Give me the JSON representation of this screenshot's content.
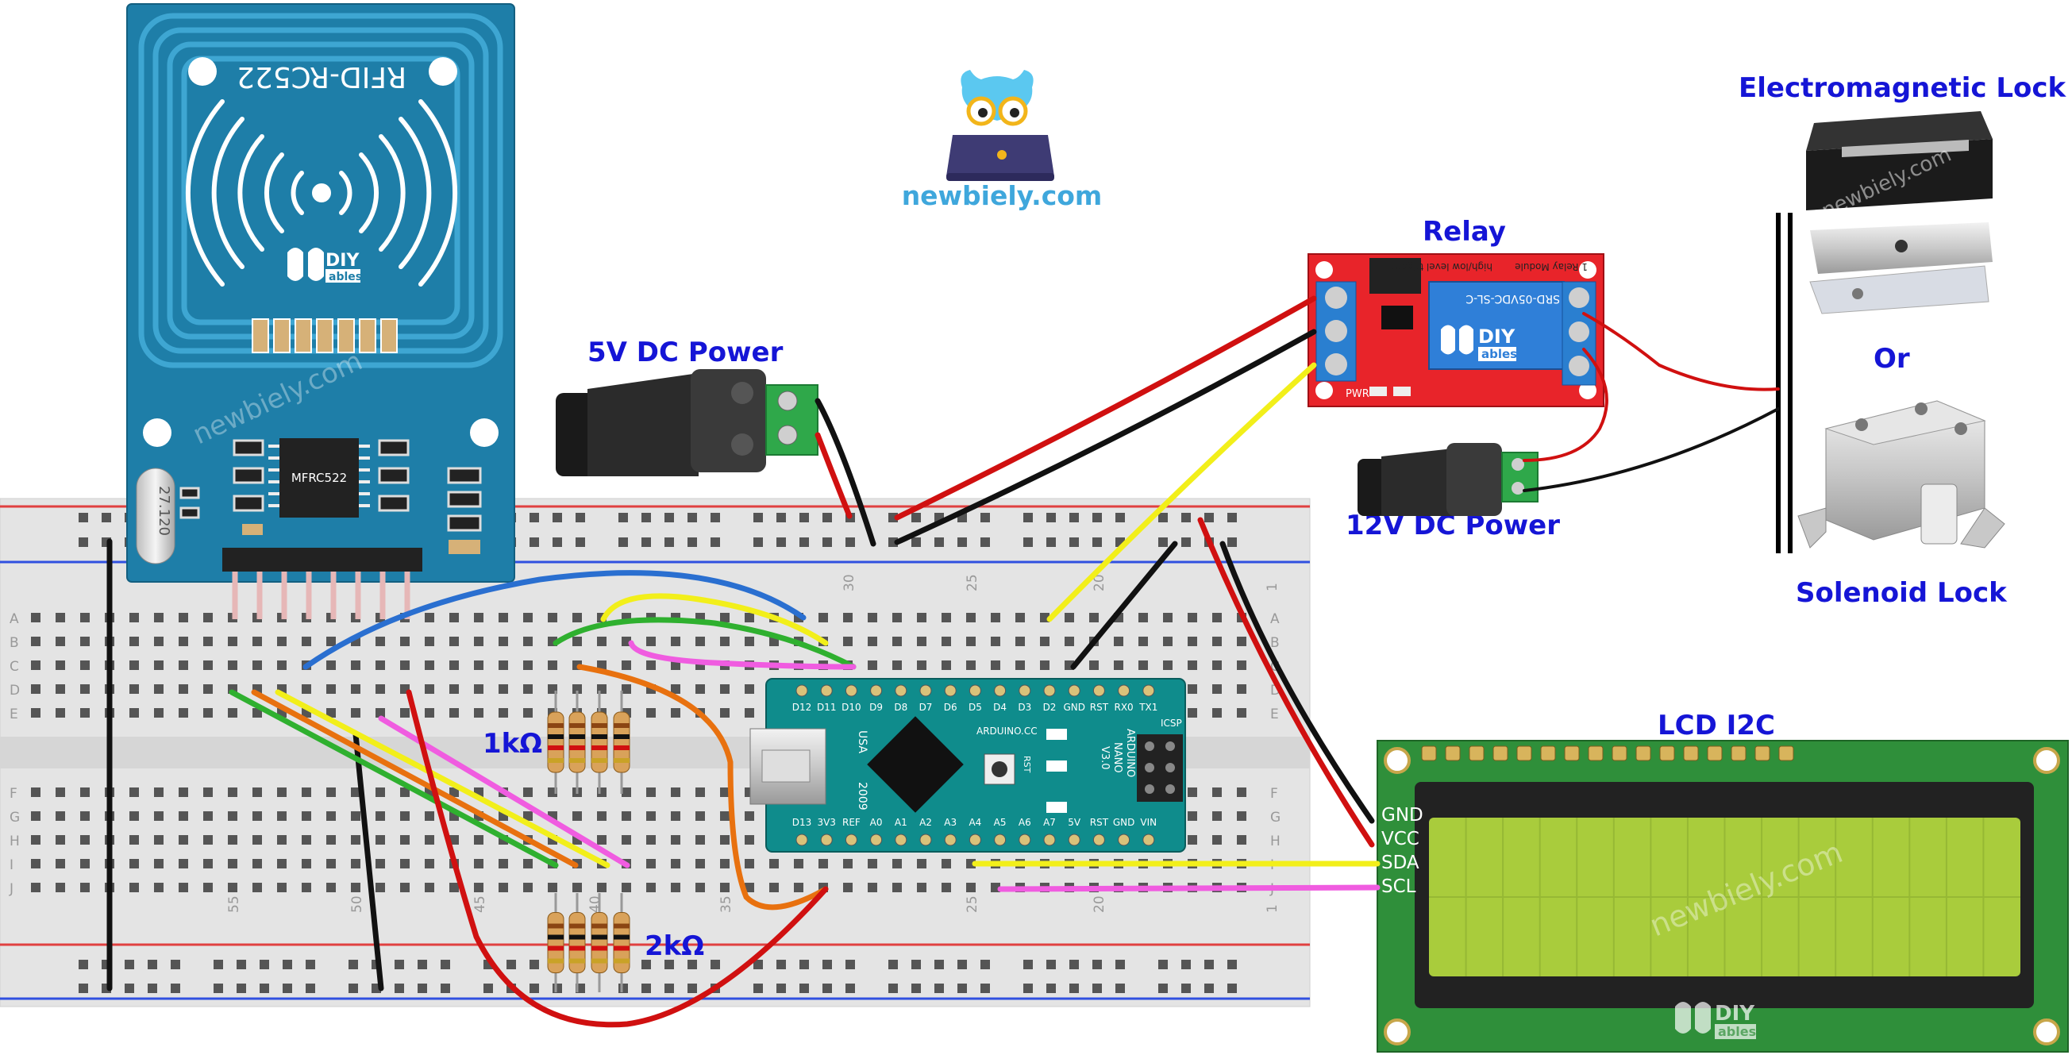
{
  "brand": {
    "site": "newbiely.com",
    "watermark": "newbiely.com",
    "maker_logo_top": "DIY",
    "maker_logo_bottom": "ables"
  },
  "labels": {
    "power_5v": "5V DC Power",
    "power_12v": "12V DC Power",
    "relay": "Relay",
    "em_lock": "Electromagnetic Lock",
    "or_text": "Or",
    "solenoid_lock": "Solenoid Lock",
    "lcd": "LCD I2C",
    "resistor_1k": "1kΩ",
    "resistor_2k": "2kΩ"
  },
  "rfid": {
    "model": "RFID-RC522",
    "chip": "MFRC522",
    "crystal": "27.120"
  },
  "relay_module": {
    "title": "1 Relay Module",
    "trigger": "high/low level trigger",
    "part": "SRD-05VDC-SL-C",
    "pwr": "PWR"
  },
  "arduino": {
    "name_line1": "ARDUINO",
    "name_line2": "NANO",
    "name_line3": "V3.0",
    "brand": "ARDUINO.CC",
    "usa": "USA",
    "year": "2009",
    "icsp": "ICSP",
    "rst": "RST",
    "top_pins": [
      "D12",
      "D11",
      "D10",
      "D9",
      "D8",
      "D7",
      "D6",
      "D5",
      "D4",
      "D3",
      "D2",
      "GND",
      "RST",
      "RX0",
      "TX1"
    ],
    "bottom_pins": [
      "D13",
      "3V3",
      "REF",
      "A0",
      "A1",
      "A2",
      "A3",
      "A4",
      "A5",
      "A6",
      "A7",
      "5V",
      "RST",
      "GND",
      "VIN"
    ]
  },
  "lcd_pins": [
    "GND",
    "VCC",
    "SDA",
    "SCL"
  ],
  "breadboard": {
    "row_letters_top": [
      "A",
      "B",
      "C",
      "D",
      "E"
    ],
    "row_letters_bottom": [
      "F",
      "G",
      "H",
      "I",
      "J"
    ],
    "col_numbers": [
      "55",
      "50",
      "45",
      "40",
      "35",
      "30",
      "25",
      "20",
      "1"
    ]
  },
  "colors": {
    "rfid_board": "#1e7ea8",
    "relay_board": "#e8242a",
    "arduino_board": "#0f8c8c",
    "lcd_board": "#2f8f3a",
    "lcd_screen": "#a9cc3c",
    "label_blue": "#1515d6",
    "wire_red": "#d01010",
    "wire_black": "#111111",
    "wire_yellow": "#f2ef1a",
    "wire_pink": "#f05ce0",
    "wire_green": "#2fb02f",
    "wire_orange": "#e8710f",
    "wire_blue": "#2a6fd0"
  }
}
